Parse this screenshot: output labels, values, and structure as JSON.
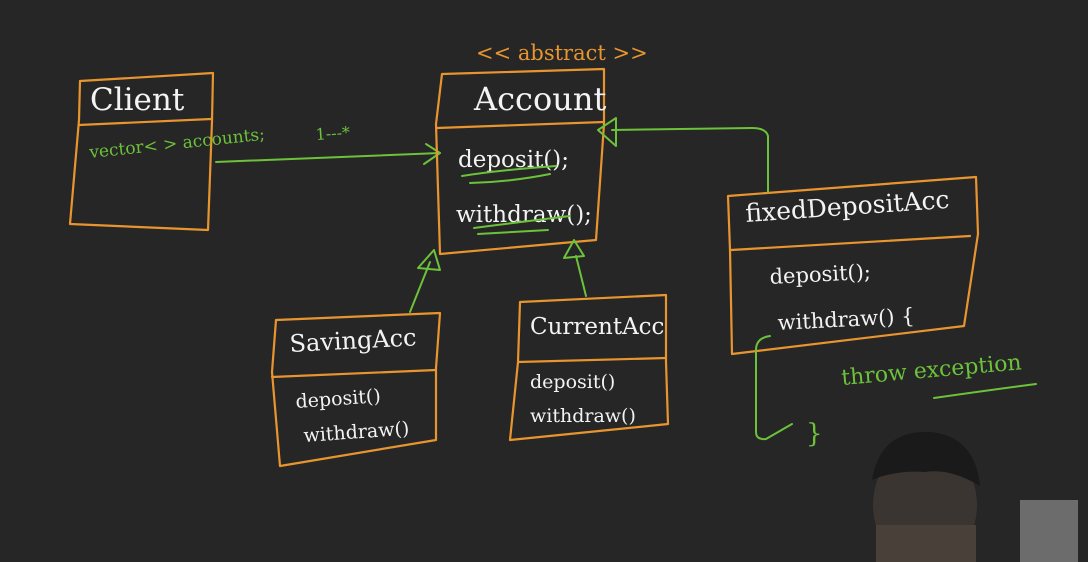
{
  "stereotype": "<< abstract >>",
  "client": {
    "name": "Client",
    "field": "vector< > accounts;",
    "multiplicity": "1---*"
  },
  "account": {
    "name": "Account",
    "methods": [
      "deposit();",
      "withdraw();"
    ]
  },
  "saving": {
    "name": "SavingAcc",
    "methods": [
      "deposit()",
      "withdraw()"
    ]
  },
  "current": {
    "name": "CurrentAcc",
    "methods": [
      "deposit()",
      "withdraw()"
    ]
  },
  "fixed": {
    "name": "fixedDepositAcc",
    "methods": [
      "deposit();",
      "withdraw() {"
    ],
    "note": "throw exception",
    "closing": "}"
  },
  "colors": {
    "background": "#262626",
    "box": "#e8952f",
    "text": "#f3f3f3",
    "annotation": "#6cc23a"
  }
}
